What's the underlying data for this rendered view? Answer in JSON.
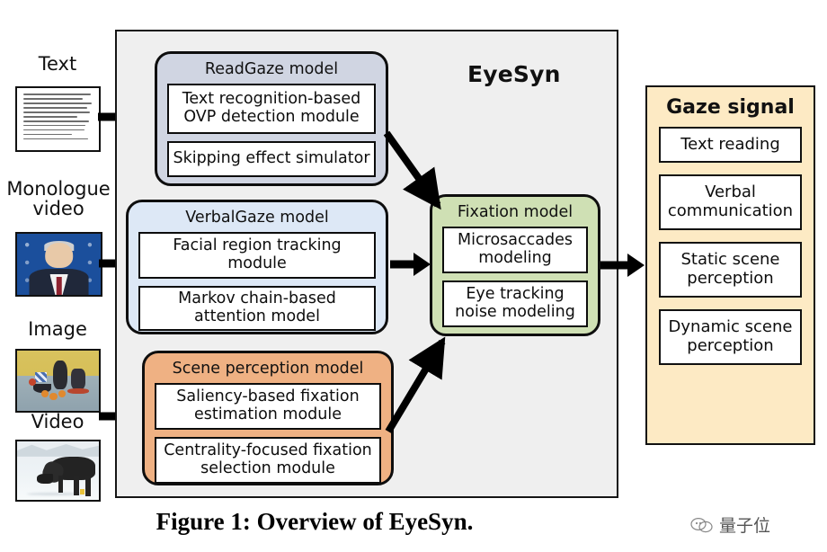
{
  "figure": {
    "caption": "Figure 1: Overview of EyeSyn.",
    "system_title": "EyeSyn"
  },
  "watermark": {
    "text": "量子位",
    "icon": "speech-bubble-icon"
  },
  "inputs": [
    {
      "label": "Text",
      "thumbnail": "text-document-thumbnail"
    },
    {
      "label": "Monologue\nvideo",
      "label_line1": "Monologue",
      "label_line2": "video",
      "thumbnail": "monologue-video-thumbnail"
    },
    {
      "label": "Image",
      "thumbnail": "still-life-image-thumbnail"
    },
    {
      "label": "Video",
      "thumbnail": "wolf-video-thumbnail"
    }
  ],
  "models": [
    {
      "id": "readgaze",
      "title": "ReadGaze model",
      "color": "#d0d5e2",
      "modules": [
        "Text recognition-based\nOVP detection module",
        "Skipping effect simulator"
      ],
      "module1": "Text recognition-based OVP detection module",
      "module2": "Skipping effect simulator"
    },
    {
      "id": "verbalgaze",
      "title": "VerbalGaze model",
      "color": "#dde8f6",
      "module1": "Facial region tracking module",
      "module2": "Markov chain-based attention model"
    },
    {
      "id": "scene-perception",
      "title": "Scene perception model",
      "color": "#efb183",
      "module1": "Saliency-based fixation estimation module",
      "module2": "Centrality-focused fixation selection module"
    },
    {
      "id": "fixation",
      "title": "Fixation model",
      "color": "#cfe0b4",
      "module1": "Microsaccades modeling",
      "module2": "Eye tracking noise modeling"
    }
  ],
  "gaze_signal": {
    "title": "Gaze signal",
    "color": "#fdeac4",
    "items": [
      "Text reading",
      "Verbal communication",
      "Static scene perception",
      "Dynamic scene perception"
    ]
  },
  "colors": {
    "container_bg": "#efefef",
    "stroke": "#111111",
    "readgaze": "#d0d5e2",
    "verbalgaze": "#dde8f6",
    "scene": "#efb183",
    "fixation": "#cfe0b4",
    "gaze": "#fdeac4"
  }
}
